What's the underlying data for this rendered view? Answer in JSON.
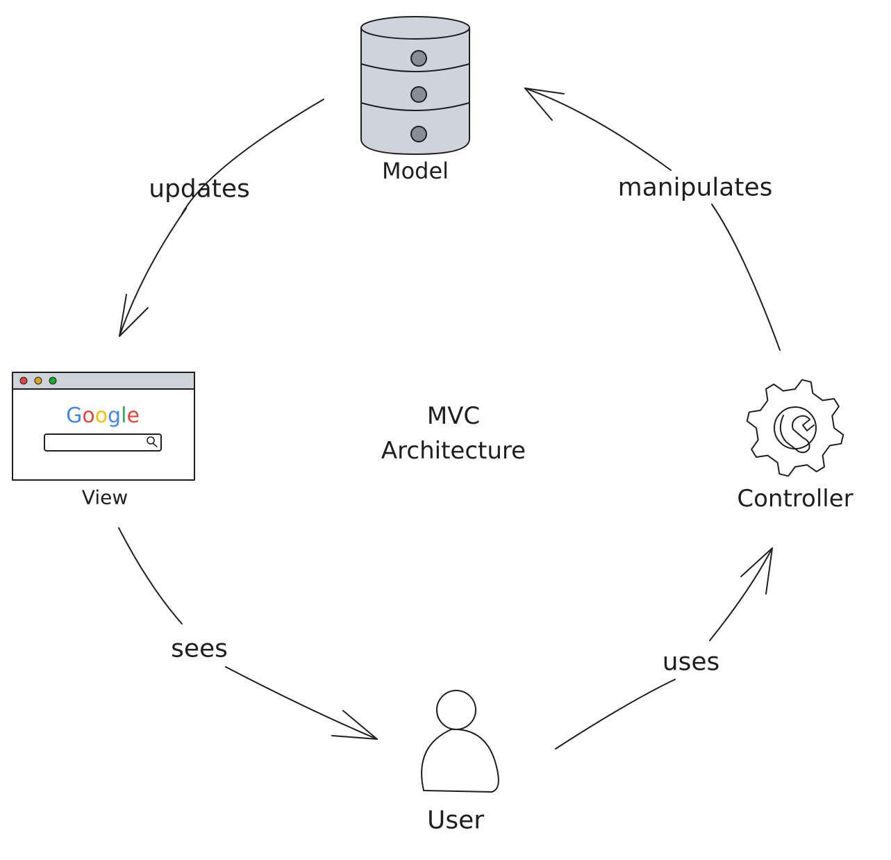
{
  "title": {
    "line1": "MVC",
    "line2": "Architecture"
  },
  "nodes": {
    "model": {
      "label": "Model",
      "icon": "database-icon"
    },
    "view": {
      "label": "View",
      "icon": "browser-window-icon"
    },
    "controller": {
      "label": "Controller",
      "icon": "gear-wrench-icon"
    },
    "user": {
      "label": "User",
      "icon": "user-icon"
    }
  },
  "edges": {
    "updates": {
      "label": "updates",
      "from": "Model",
      "to": "View"
    },
    "sees": {
      "label": "sees",
      "from": "View",
      "to": "User"
    },
    "uses": {
      "label": "uses",
      "from": "User",
      "to": "Controller"
    },
    "manipulates": {
      "label": "manipulates",
      "from": "Controller",
      "to": "Model"
    }
  },
  "browser": {
    "logo": [
      "G",
      "o",
      "o",
      "g",
      "l",
      "e"
    ],
    "logo_colors": [
      "#4285f4",
      "#ea4335",
      "#fbbc05",
      "#4285f4",
      "#34a853",
      "#ea4335"
    ],
    "traffic_colors": [
      "#e0443e",
      "#dea123",
      "#1aab29"
    ]
  },
  "colors": {
    "ink": "#1e1e1e",
    "fill_gray": "#ced4da",
    "fill_dark": "#868e96"
  }
}
